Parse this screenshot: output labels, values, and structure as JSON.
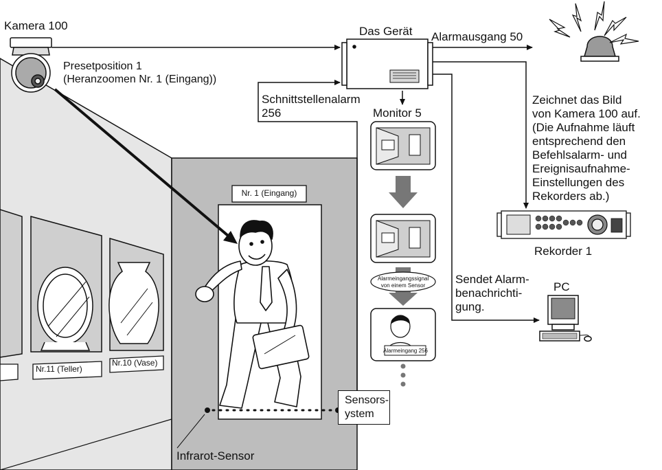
{
  "camera": {
    "label": "Kamera 100",
    "preset_line1": "Presetposition 1",
    "preset_line2": "(Heranzoomen Nr. 1 (Eingang))"
  },
  "device": {
    "label": "Das Gerät"
  },
  "alarm_output": {
    "label": "Alarmausgang 50"
  },
  "interface_alarm": {
    "line1": "Schnittstellenalarm",
    "line2": "256"
  },
  "monitor": {
    "label": "Monitor 5",
    "signal_line1": "Alarmeingangssignal",
    "signal_line2": "von einem Sensor",
    "alarm_caption": "Alarmeingang 256"
  },
  "recorder": {
    "description": [
      "Zeichnet das Bild",
      "von Kamera 100 auf.",
      "(Die Aufnahme läuft",
      "entsprechend den",
      "Befehlsalarm- und",
      "Ereignisaufnahme-",
      "Einstellungen des",
      "Rekorders ab.)"
    ],
    "label": "Rekorder 1"
  },
  "pc": {
    "notify": [
      "Sendet Alarm-",
      "benachrichti-",
      "gung."
    ],
    "label": "PC"
  },
  "room": {
    "entrance": "Nr. 1 (Eingang)",
    "plate_label": "Nr.11 (Teller)",
    "vase_label": "Nr.10 (Vase)"
  },
  "sensor": {
    "system_line1": "Sensors-",
    "system_line2": "ystem",
    "infrared": "Infrarot-Sensor"
  }
}
